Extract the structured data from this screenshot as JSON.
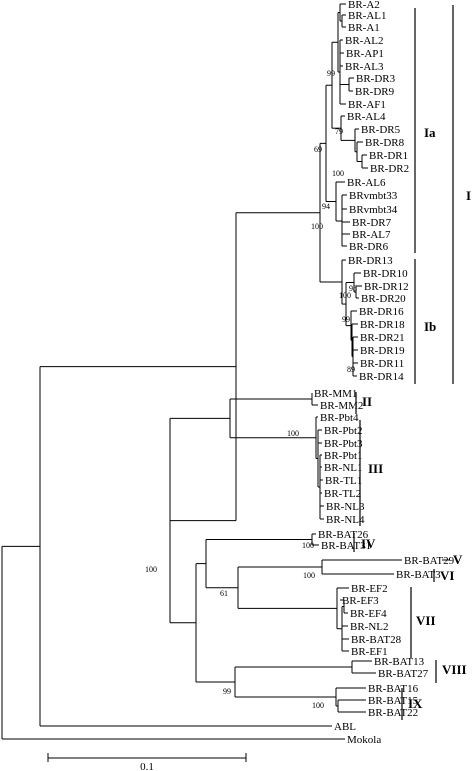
{
  "leaves": [
    "BR-A2",
    "BR-AL1",
    "BR-A1",
    "BR-AL2",
    "BR-AP1",
    "BR-AL3",
    "BR-DR3",
    "BR-DR9",
    "BR-AF1",
    "BR-AL4",
    "BR-DR5",
    "BR-DR8",
    "BR-DR1",
    "BR-DR2",
    "BR-AL6",
    "BRvmbt33",
    "BRvmbt34",
    "BR-DR7",
    "BR-AL7",
    "BR-DR6",
    "BR-DR13",
    "BR-DR10",
    "BR-DR12",
    "BR-DR20",
    "BR-DR16",
    "BR-DR18",
    "BR-DR21",
    "BR-DR19",
    "BR-DR11",
    "BR-DR14",
    "BR-MM1",
    "BR-MM2",
    "BR-Pbt4",
    "BR-Pbt2",
    "BR-Pbt3",
    "BR-Pbt1",
    "BR-NL1",
    "BR-TL1",
    "BR-TL2",
    "BR-NL3",
    "BR-NL4",
    "BR-BAT26",
    "BR-BAT31",
    "BR-BAT29",
    "BR-BAT3",
    "BR-EF2",
    "BR-EF3",
    "BR-EF4",
    "BR-NL2",
    "BR-BAT28",
    "BR-EF1",
    "BR-BAT13",
    "BR-BAT27",
    "BR-BAT16",
    "BR-BAT15",
    "BR-BAT22",
    "ABL",
    "Mokola"
  ],
  "bootstrap": [
    "99",
    "79",
    "69",
    "100",
    "94",
    "100",
    "98",
    "100",
    "99",
    "89",
    "100",
    "100",
    "100",
    "61",
    "100",
    "99",
    "100"
  ],
  "clades": [
    "Ia",
    "Ib",
    "I",
    "II",
    "III",
    "IV",
    "V",
    "VI",
    "VII",
    "VIII",
    "IX"
  ],
  "scale_bar": {
    "label": "0.1",
    "value": 0.1
  }
}
